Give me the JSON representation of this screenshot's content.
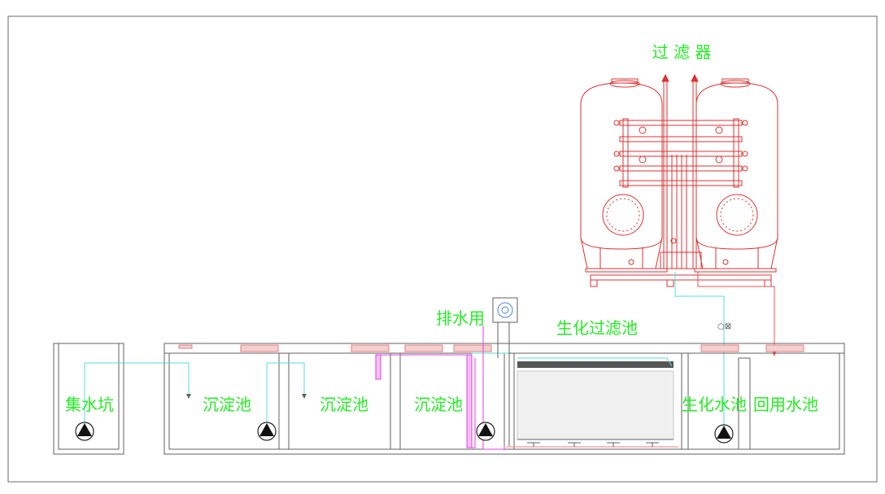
{
  "labels": {
    "filter": "过 滤 器",
    "sump": "集水坑",
    "settling_1": "沉淀池",
    "settling_2": "沉淀池",
    "settling_3": "沉淀池",
    "drain": "排水用",
    "biofilter_tank": "生化过滤池",
    "bio_water_tank": "生化水池",
    "reuse_tank": "回用水池"
  },
  "colors": {
    "label": "#22ee22",
    "structure": "#606060",
    "filter_lines": "#e03030",
    "clear_pipe": "#55dddd",
    "drain_pipe": "#e040e0",
    "flange": "#e08080",
    "return_pipe": "#ee5050"
  }
}
